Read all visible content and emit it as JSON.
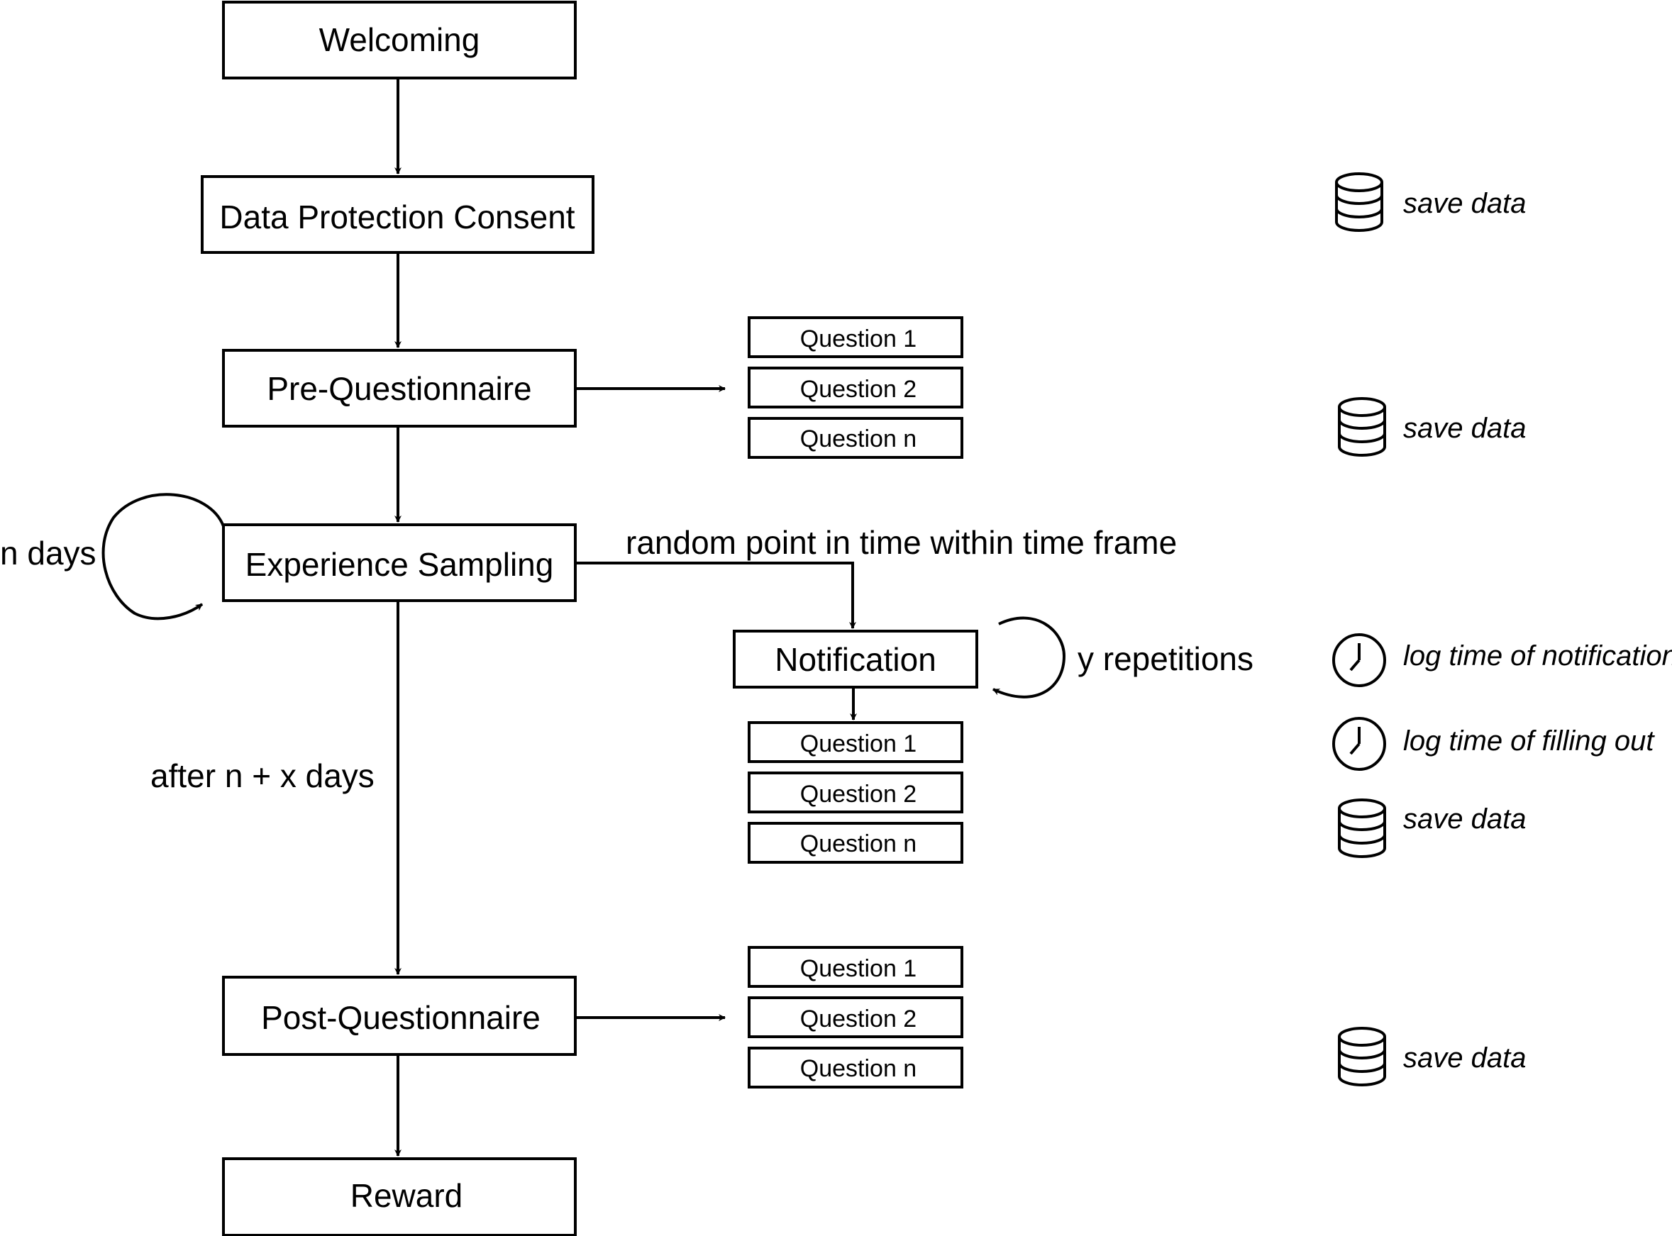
{
  "steps": {
    "welcoming": "Welcoming",
    "consent": "Data Protection Consent",
    "pre_questionnaire": "Pre-Questionnaire",
    "experience_sampling": "Experience Sampling",
    "notification": "Notification",
    "post_questionnaire": "Post-Questionnaire",
    "reward": "Reward"
  },
  "question_groups": {
    "pre": [
      "Question 1",
      "Question 2",
      "Question n"
    ],
    "notification": [
      "Question 1",
      "Question 2",
      "Question n"
    ],
    "post": [
      "Question 1",
      "Question 2",
      "Question n"
    ]
  },
  "labels": {
    "n_days": "n days",
    "random_point": "random point in time within time frame",
    "y_repetitions": "y repetitions",
    "after_days": "after n + x days"
  },
  "annotations": {
    "save_data_consent": "save data",
    "save_data_pre": "save data",
    "log_notification": "log time of notification",
    "log_filling": "log time of filling out",
    "save_data_notification": "save data",
    "save_data_post": "save data"
  },
  "icons": {
    "database": "database-icon",
    "clock": "clock-icon"
  }
}
